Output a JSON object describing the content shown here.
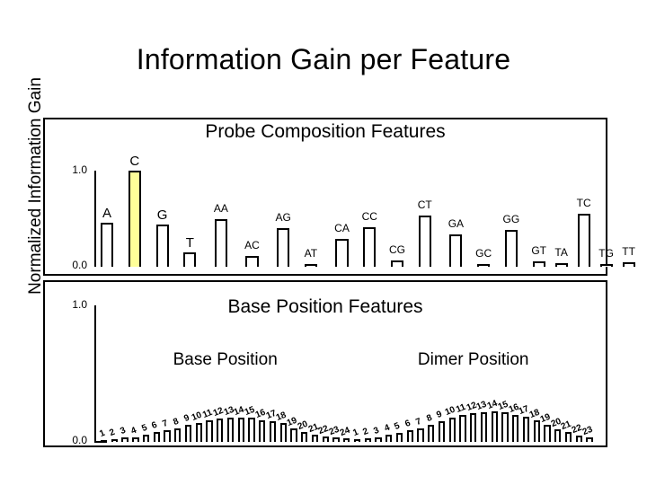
{
  "slide": {
    "title": "Information Gain per Feature",
    "y_axis_label": "Normalized Information Gain"
  },
  "panels": {
    "probe": {
      "title": "Probe Composition Features",
      "axis": {
        "top_label": "1.0",
        "bottom_label": "0.0"
      }
    },
    "base_position": {
      "title": "Base Position Features",
      "axis": {
        "top_label": "1.0",
        "bottom_label": "0.0"
      },
      "group_caption_left": "Base Position",
      "group_caption_right": "Dimer Position"
    }
  },
  "chart_data": [
    {
      "type": "bar",
      "title": "Probe Composition Features",
      "xlabel": "",
      "ylabel": "Normalized Information Gain",
      "ylim": [
        0.0,
        1.0
      ],
      "grid": false,
      "legend": "none",
      "highlight_category": "C",
      "highlight_color": "#ffff99",
      "categories": [
        "A",
        "C",
        "G",
        "T",
        "AA",
        "AC",
        "AG",
        "AT",
        "CA",
        "CC",
        "CG",
        "CT",
        "GA",
        "GC",
        "GG",
        "GT",
        "TA",
        "TC",
        "TG",
        "TT"
      ],
      "values": [
        0.46,
        1.0,
        0.44,
        0.15,
        0.5,
        0.11,
        0.4,
        0.03,
        0.29,
        0.41,
        0.07,
        0.53,
        0.34,
        0.03,
        0.38,
        0.06,
        0.04,
        0.55,
        0.03,
        0.05
      ]
    },
    {
      "type": "bar",
      "title": "Base Position Features",
      "xlabel": "",
      "ylabel": "Normalized Information Gain",
      "ylim": [
        0.0,
        1.0
      ],
      "grid": false,
      "legend": "none",
      "groups": [
        {
          "name": "Base Position",
          "categories": [
            "1",
            "2",
            "3",
            "4",
            "5",
            "6",
            "7",
            "8",
            "9",
            "10",
            "11",
            "12",
            "13",
            "14",
            "15",
            "16",
            "17",
            "18",
            "19",
            "20",
            "21",
            "22",
            "23",
            "24"
          ],
          "values": [
            0.015,
            0.02,
            0.03,
            0.035,
            0.05,
            0.07,
            0.085,
            0.1,
            0.125,
            0.14,
            0.155,
            0.17,
            0.175,
            0.175,
            0.175,
            0.16,
            0.15,
            0.135,
            0.1,
            0.075,
            0.055,
            0.04,
            0.03,
            0.025
          ]
        },
        {
          "name": "Dimer Position",
          "categories": [
            "1",
            "2",
            "3",
            "4",
            "5",
            "6",
            "7",
            "8",
            "9",
            "10",
            "11",
            "12",
            "13",
            "14",
            "15",
            "16",
            "17",
            "18",
            "19",
            "20",
            "21",
            "22",
            "23"
          ],
          "values": [
            0.02,
            0.025,
            0.035,
            0.05,
            0.065,
            0.085,
            0.1,
            0.125,
            0.15,
            0.175,
            0.195,
            0.21,
            0.215,
            0.225,
            0.215,
            0.2,
            0.185,
            0.155,
            0.125,
            0.095,
            0.07,
            0.045,
            0.035
          ]
        }
      ]
    }
  ]
}
